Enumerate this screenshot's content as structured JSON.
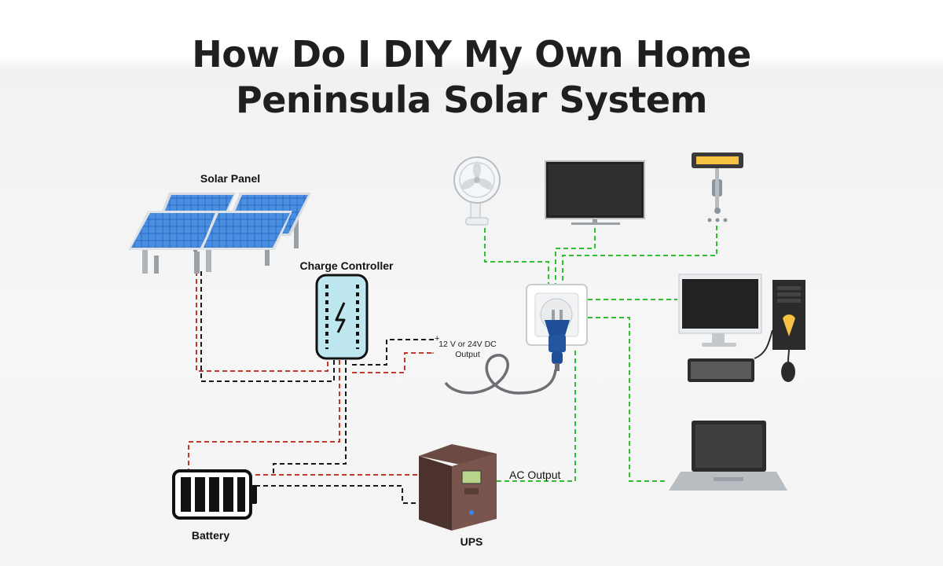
{
  "title": {
    "line1": "How Do I DIY My Own Home",
    "line2": "Peninsula Solar System"
  },
  "labels": {
    "solar_panel": "Solar Panel",
    "charge_controller": "Charge Controller",
    "dc_output_line1": "12 V or 24V DC",
    "dc_output_line2": "Output",
    "plus": "+",
    "minus": "-",
    "battery": "Battery",
    "ups": "UPS",
    "ac_output": "AC Output"
  },
  "colors": {
    "positive_wire": "#c0392b",
    "negative_wire": "#1a1a1a",
    "ac_wire": "#2fbf2f",
    "controller_fill": "#bfe7f0",
    "solar_cell": "#3d7fd6"
  },
  "icons": [
    "solar-panel-icon",
    "charge-controller-icon",
    "battery-icon",
    "ups-icon",
    "fan-icon",
    "tv-icon",
    "heater-icon",
    "wall-socket-icon",
    "plug-icon",
    "desktop-computer-icon",
    "laptop-icon"
  ]
}
